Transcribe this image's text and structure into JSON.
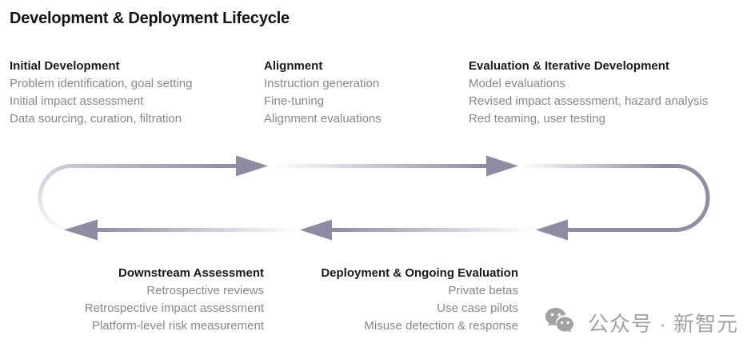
{
  "title": "Development & Deployment Lifecycle",
  "stages": {
    "top": [
      {
        "heading": "Initial Development",
        "items": [
          "Problem identification, goal setting",
          "Initial impact assessment",
          "Data sourcing, curation, filtration"
        ]
      },
      {
        "heading": "Alignment",
        "items": [
          "Instruction generation",
          "Fine-tuning",
          "Alignment evaluations"
        ]
      },
      {
        "heading": "Evaluation & Iterative Development",
        "items": [
          "Model evaluations",
          "Revised impact assessment, hazard analysis",
          "Red teaming, user testing"
        ]
      }
    ],
    "bottom": [
      {
        "heading": "Downstream Assessment",
        "items": [
          "Retrospective reviews",
          "Retrospective impact assessment",
          "Platform-level risk measurement"
        ]
      },
      {
        "heading": "Deployment & Ongoing Evaluation",
        "items": [
          "Private betas",
          "Use case pilots",
          "Misuse detection & response"
        ]
      }
    ]
  },
  "diagram": {
    "type": "cycle-loop",
    "flow": "clockwise",
    "top_direction": "right",
    "bottom_direction": "left",
    "arrow_count": 5,
    "colors": {
      "arrow_dark": "#8e8ba2",
      "cap_light": "#c9c7d4",
      "fade_light": "#ffffff",
      "right_cap": "#908da1"
    }
  },
  "watermark": {
    "icon": "wechat-icon",
    "text": "公众号 · 新智元",
    "color": "#a2a2a2"
  }
}
